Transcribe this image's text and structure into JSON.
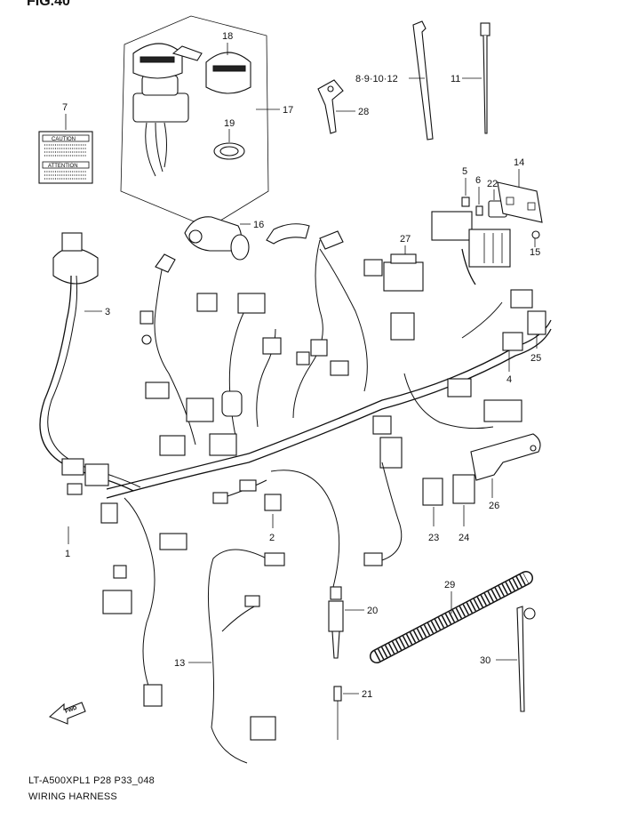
{
  "figure": {
    "number_label": "FIG.40",
    "model_code": "LT-A500XPL1 P28 P33_048",
    "title": "WIRING HARNESS"
  },
  "direction_arrow": {
    "label": "FWD"
  },
  "sticker_text": {
    "caution": "CAUTION",
    "attention": "ATTENTION"
  },
  "callouts": {
    "c1": "1",
    "c2": "2",
    "c3": "3",
    "c4": "4",
    "c5": "5",
    "c6": "6",
    "c7": "7",
    "c8_9_10_12": "8·9·10·12",
    "c11": "11",
    "c13": "13",
    "c14": "14",
    "c15": "15",
    "c16": "16",
    "c17": "17",
    "c18": "18",
    "c19": "19",
    "c20": "20",
    "c21": "21",
    "c22": "22",
    "c23": "23",
    "c24": "24",
    "c25": "25",
    "c26": "26",
    "c27": "27",
    "c28": "28",
    "c29": "29",
    "c30": "30"
  }
}
